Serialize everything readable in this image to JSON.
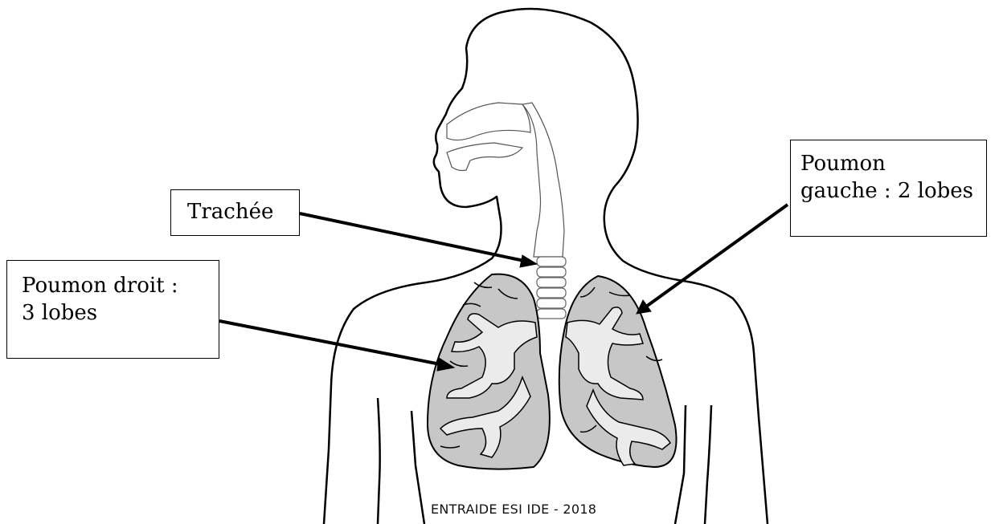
{
  "labels": {
    "trachea": "Trachée",
    "left_lung": "Poumon\ngauche : 2 lobes",
    "right_lung": "Poumon droit :\n3 lobes"
  },
  "watermark": "ENTRAIDE ESI IDE - 2018",
  "colors": {
    "outline": "#000000",
    "lung_fill": "#c7c7c7",
    "bronchi_fill": "#ebebeb",
    "background": "#ffffff"
  }
}
